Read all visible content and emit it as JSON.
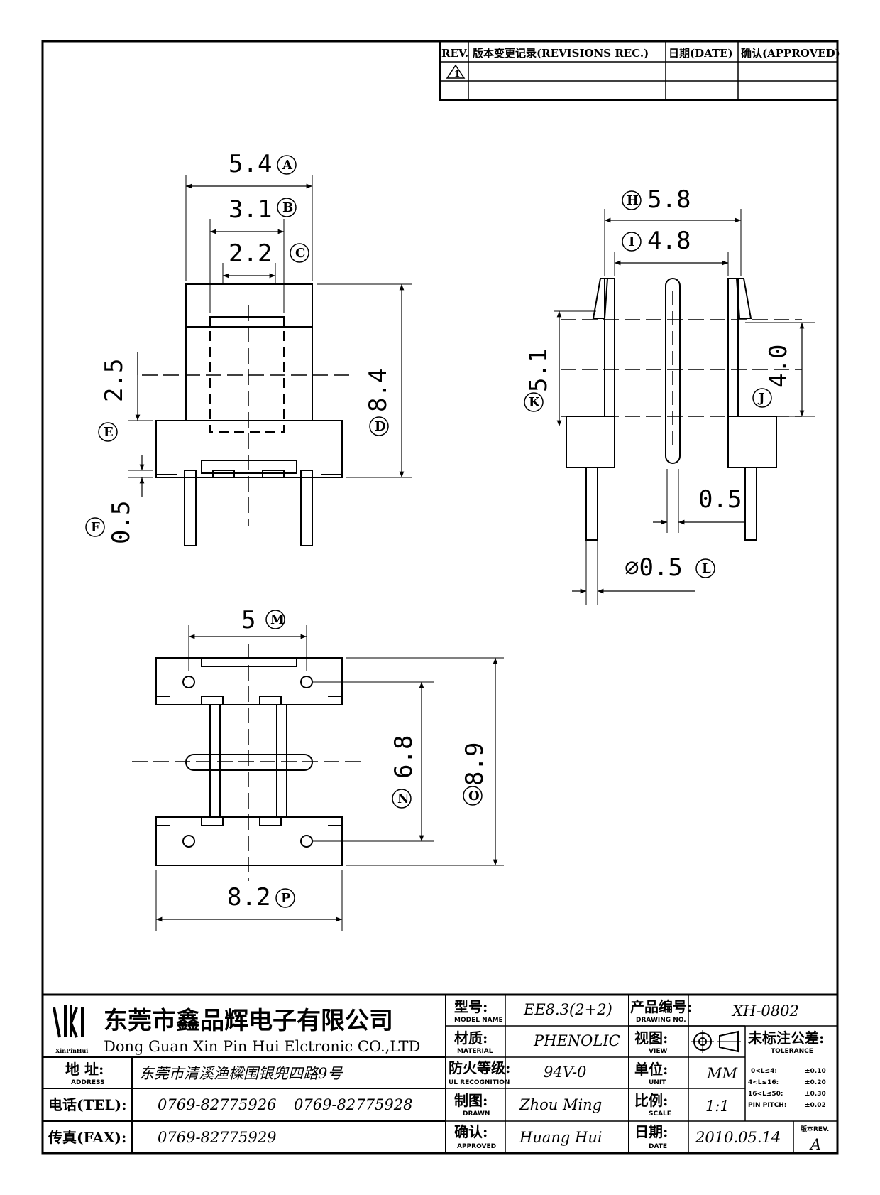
{
  "revisions": {
    "headers": {
      "rev": "REV.",
      "record": "版本变更记录(REVISIONS REC.)",
      "date": "日期(DATE)",
      "approved": "确认(APPROVED)"
    },
    "rows": [
      {
        "rev": "1",
        "record": "",
        "date": "",
        "approved": ""
      },
      {
        "rev": "",
        "record": "",
        "date": "",
        "approved": ""
      }
    ]
  },
  "dimensions": {
    "A": {
      "value": "5.4",
      "marker": "A"
    },
    "B": {
      "value": "3.1",
      "marker": "B"
    },
    "C": {
      "value": "2.2",
      "marker": "C"
    },
    "D": {
      "value": "8.4",
      "marker": "D"
    },
    "E": {
      "value": "2.5",
      "marker": "E"
    },
    "F": {
      "value": "0.5",
      "marker": "F"
    },
    "H": {
      "value": "5.8",
      "marker": "H"
    },
    "I": {
      "value": "4.8",
      "marker": "I"
    },
    "J": {
      "value": "4.0",
      "marker": "J"
    },
    "K": {
      "value": "5.1",
      "marker": "K"
    },
    "L": {
      "value": "⌀0.5",
      "marker": "L"
    },
    "pin_gap": {
      "value": "0.5"
    },
    "M": {
      "value": "5",
      "marker": "M"
    },
    "N": {
      "value": "6.8",
      "marker": "N"
    },
    "O": {
      "value": "8.9",
      "marker": "O"
    },
    "P": {
      "value": "8.2",
      "marker": "P"
    }
  },
  "title_block": {
    "company_cn": "东莞市鑫品辉电子有限公司",
    "company_en": "Dong Guan Xin Pin Hui Elctronic CO.,LTD",
    "logo_text": "XinPinHui",
    "address_label": "地  址:",
    "address_label_en": "ADDRESS",
    "address_value": "东莞市清溪渔樑围银兜四路9号",
    "tel_label": "电话(TEL):",
    "tel_value_1": "0769-82775926",
    "tel_value_2": "0769-82775928",
    "fax_label": "传真(FAX):",
    "fax_value": "0769-82775929",
    "model_label": "型号:",
    "model_label_en": "MODEL NAME",
    "model_value": "EE8.3(2+2)",
    "material_label": "材质:",
    "material_label_en": "MATERIAL",
    "material_value": "PHENOLIC",
    "ul_label": "防火等级:",
    "ul_label_en": "UL RECOGNITION",
    "ul_value": "94V-0",
    "drawn_label": "制图:",
    "drawn_label_en": "DRAWN",
    "drawn_value": "Zhou Ming",
    "approved_label": "确认:",
    "approved_label_en": "APPROVED",
    "approved_value": "Huang Hui",
    "drawing_no_label": "产品编号:",
    "drawing_no_label_en": "DRAWING NO.",
    "drawing_no_value": "XH-0802",
    "view_label": "视图:",
    "view_label_en": "VIEW",
    "unit_label": "单位:",
    "unit_label_en": "UNIT",
    "unit_value": "MM",
    "scale_label": "比例:",
    "scale_label_en": "SCALE",
    "scale_value": "1:1",
    "date_label": "日期:",
    "date_label_en": "DATE",
    "date_value": "2010.05.14",
    "tolerance_label": "未标注公差:",
    "tolerance_label_en": "TOLERANCE",
    "tolerances": [
      {
        "range": "0<L≤4:",
        "value": "±0.10"
      },
      {
        "range": "4<L≤16:",
        "value": "±0.20"
      },
      {
        "range": "16<L≤50:",
        "value": "±0.30"
      },
      {
        "range": "PIN PITCH:",
        "value": "±0.02"
      }
    ],
    "rev_label": "版本REV.",
    "rev_value": "A"
  }
}
